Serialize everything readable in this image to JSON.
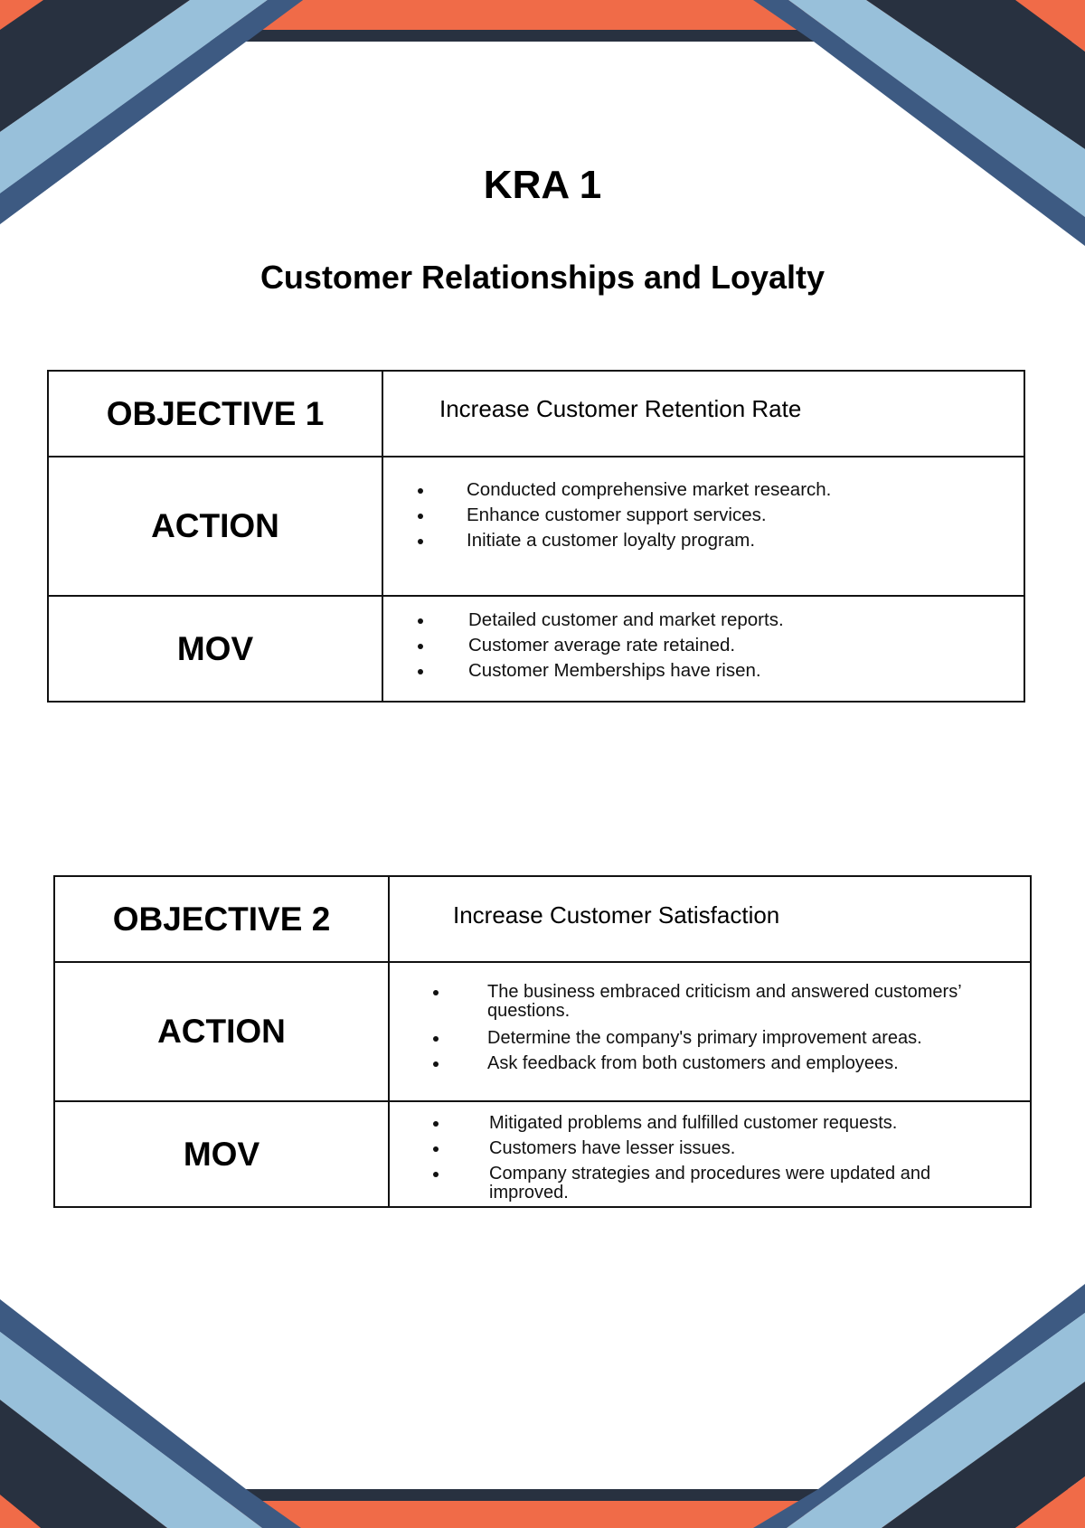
{
  "page": {
    "heading": "KRA 1",
    "subheading": "Customer Relationships and Loyalty"
  },
  "colors": {
    "orange": "#F06B48",
    "navy": "#283140",
    "light_blue": "#98C0DA",
    "mid_blue": "#3D5A82",
    "border": "#111111"
  },
  "objectives": [
    {
      "label": "OBJECTIVE 1",
      "text": "Increase Customer Retention Rate",
      "action_label": "ACTION",
      "actions": [
        "Conducted comprehensive market research.",
        "Enhance customer support services.",
        "Initiate a customer loyalty program."
      ],
      "mov_label": "MOV",
      "movs": [
        "Detailed customer and market reports.",
        "Customer average rate retained.",
        "Customer Memberships have risen."
      ]
    },
    {
      "label": "OBJECTIVE 2",
      "text": "Increase Customer Satisfaction",
      "action_label": "ACTION",
      "actions": [
        "The business embraced criticism and answered customers’ questions.",
        "Determine the company's primary improvement areas.",
        "Ask feedback from both customers and employees."
      ],
      "mov_label": "MOV",
      "movs": [
        "Mitigated problems and fulfilled customer requests.",
        "Customers have lesser issues.",
        "Company strategies and procedures were updated and improved."
      ]
    }
  ]
}
